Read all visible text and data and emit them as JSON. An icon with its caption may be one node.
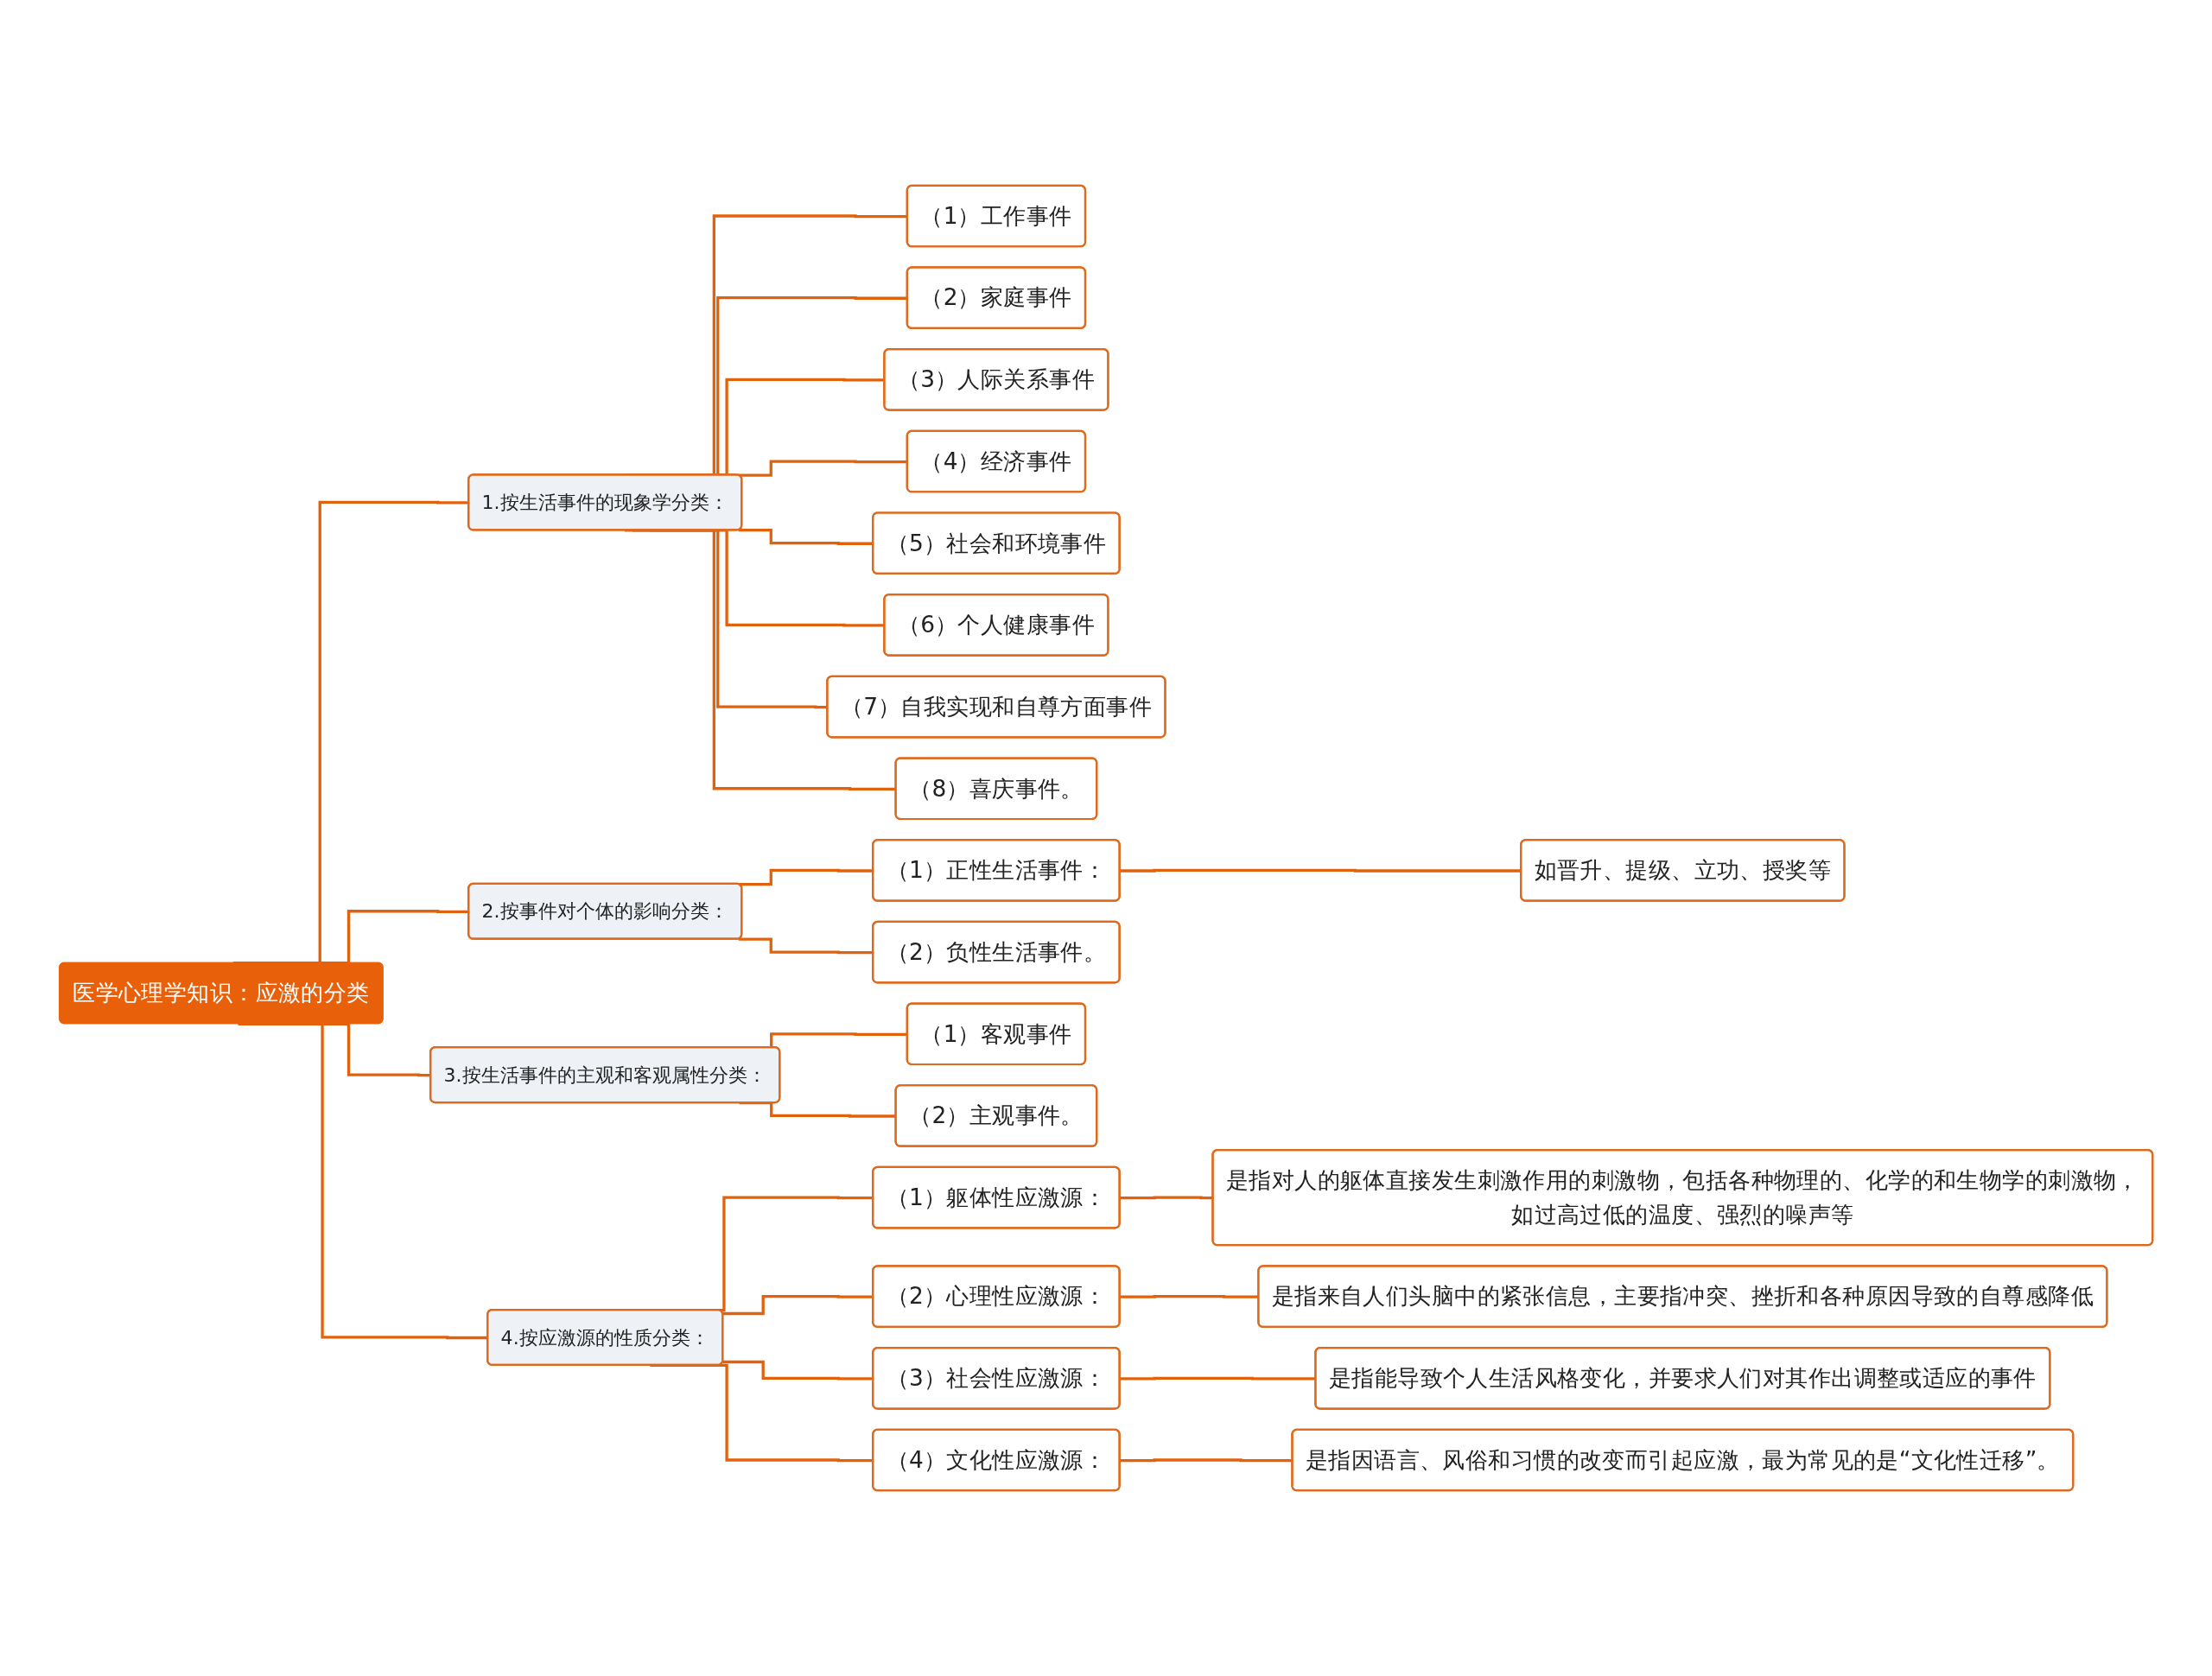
{
  "diagram": {
    "nodes": [
      {
        "text": [
          "医学心理学知识：应激的分类"
        ]
      },
      {
        "text": [
          "1.按生活事件的现象学分类："
        ]
      },
      {
        "text": [
          "（1）工作事件"
        ]
      },
      {
        "text": [
          "（2）家庭事件"
        ]
      },
      {
        "text": [
          "（3）人际关系事件"
        ]
      },
      {
        "text": [
          "（4）经济事件"
        ]
      },
      {
        "text": [
          "（5）社会和环境事件"
        ]
      },
      {
        "text": [
          "（6）个人健康事件"
        ]
      },
      {
        "text": [
          "（7）自我实现和自尊方面事件"
        ]
      },
      {
        "text": [
          "（8）喜庆事件。"
        ]
      },
      {
        "text": [
          "2.按事件对个体的影响分类："
        ]
      },
      {
        "text": [
          "（1）正性生活事件："
        ]
      },
      {
        "text": [
          "如晋升、提级、立功、授奖等"
        ]
      },
      {
        "text": [
          "（2）负性生活事件。"
        ]
      },
      {
        "text": [
          "3.按生活事件的主观和客观属性分类："
        ]
      },
      {
        "text": [
          "（1）客观事件"
        ]
      },
      {
        "text": [
          "（2）主观事件。"
        ]
      },
      {
        "text": [
          "4.按应激源的性质分类："
        ]
      },
      {
        "text": [
          "（1）躯体性应激源："
        ]
      },
      {
        "text": [
          "是指对人的躯体直接发生刺激作用的刺激物，包括各种物理的、化学的和生物学的刺激物，如过高过低的温度、强烈的噪声等"
        ]
      },
      {
        "text": [
          "（2）心理性应激源："
        ]
      },
      {
        "text": [
          "是指来自人们头脑中的紧张信息，主要指冲突、挫折和各种原因导致的自尊感降低"
        ]
      },
      {
        "text": [
          "（3）社会性应激源："
        ]
      },
      {
        "text": [
          "是指能导致个人生活风格变化，并要求人们对其作出调整或适应的事件"
        ]
      },
      {
        "text": [
          "（4）文化性应激源："
        ]
      },
      {
        "text": [
          "是指因语言、风俗和习惯的改变而引起应激，最为常见的是“文化性迁移”。"
        ]
      }
    ],
    "edges": [
      {
        "from": 0,
        "to": 1,
        "arrow": "none"
      },
      {
        "from": 1,
        "to": 2,
        "arrow": "none"
      },
      {
        "from": 1,
        "to": 3,
        "arrow": "none"
      },
      {
        "from": 1,
        "to": 4,
        "arrow": "none"
      },
      {
        "from": 1,
        "to": 5,
        "arrow": "none"
      },
      {
        "from": 1,
        "to": 6,
        "arrow": "none"
      },
      {
        "from": 1,
        "to": 7,
        "arrow": "none"
      },
      {
        "from": 1,
        "to": 8,
        "arrow": "none"
      },
      {
        "from": 1,
        "to": 9,
        "arrow": "none"
      },
      {
        "from": 0,
        "to": 10,
        "arrow": "none"
      },
      {
        "from": 10,
        "to": 11,
        "arrow": "none"
      },
      {
        "from": 11,
        "to": 12,
        "arrow": "none"
      },
      {
        "from": 10,
        "to": 13,
        "arrow": "none"
      },
      {
        "from": 0,
        "to": 14,
        "arrow": "none"
      },
      {
        "from": 14,
        "to": 15,
        "arrow": "none"
      },
      {
        "from": 14,
        "to": 16,
        "arrow": "none"
      },
      {
        "from": 0,
        "to": 17,
        "arrow": "none"
      },
      {
        "from": 17,
        "to": 18,
        "arrow": "none"
      },
      {
        "from": 18,
        "to": 19,
        "arrow": "none"
      },
      {
        "from": 17,
        "to": 20,
        "arrow": "none"
      },
      {
        "from": 20,
        "to": 21,
        "arrow": "none"
      },
      {
        "from": 17,
        "to": 22,
        "arrow": "none"
      },
      {
        "from": 22,
        "to": 23,
        "arrow": "none"
      },
      {
        "from": 17,
        "to": 24,
        "arrow": "none"
      },
      {
        "from": 24,
        "to": 25,
        "arrow": "none"
      }
    ]
  }
}
